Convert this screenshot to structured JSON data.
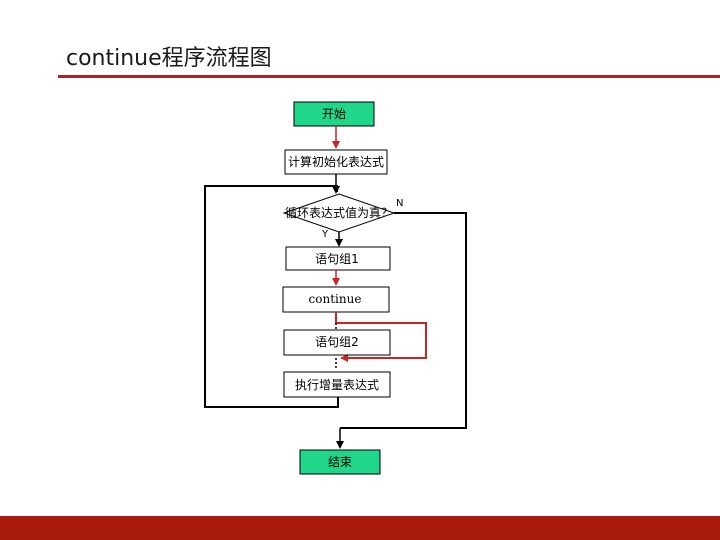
{
  "slide": {
    "title": "continue程序流程图"
  },
  "flowchart": {
    "start": "开始",
    "init": "计算初始化表达式",
    "condition": "循环表达式值为真？",
    "yes_label": "Y",
    "no_label": "N",
    "block1": "语句组1",
    "continue_stmt": "continue",
    "block2": "语句组2",
    "increment": "执行增量表达式",
    "end": "结束"
  },
  "colors": {
    "terminal_fill": "#1fd689",
    "accent_red": "#cc2222",
    "footer": "#a81a0c"
  }
}
